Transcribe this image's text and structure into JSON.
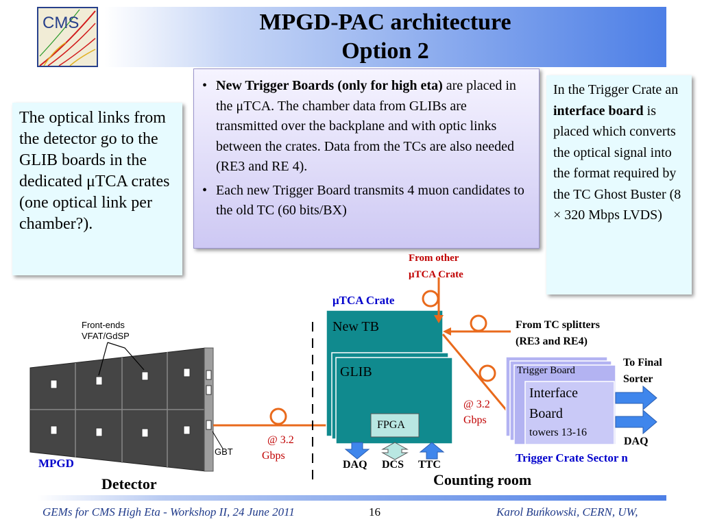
{
  "title": {
    "line1": "MPGD-PAC architecture",
    "line2": "Option 2"
  },
  "logo": {
    "text": "CMS"
  },
  "callout_left": {
    "text": "The optical links from the detector go to the GLIB boards in the dedicated μTCA crates (one optical link per chamber?)."
  },
  "callout_center": {
    "bullets": [
      {
        "bold": "New Trigger Boards (only for high eta)",
        "rest": " are placed in the μTCA. The chamber data from GLIBs are transmitted over the backplane and with optic links between the crates. Data from the TCs are also needed (RE3 and RE 4)."
      },
      {
        "bold": "",
        "rest": "Each new Trigger Board transmits 4 muon candidates to the old TC (60 bits/BX)"
      }
    ]
  },
  "callout_right": {
    "pre": "In the Trigger Crate an ",
    "bold": "interface board",
    "post": " is placed which converts the optical signal into the format required by the TC Ghost Buster (8 × 320 Mbps LVDS)"
  },
  "diagram": {
    "frontends_line1": "Front-ends",
    "frontends_line2": "VFAT/GdSP",
    "gbt": "GBT",
    "mpgd": "MPGD",
    "detector": "Detector",
    "link_rate_left_1": "@ 3.2",
    "link_rate_left_2": "Gbps",
    "utca_crate": "μTCA Crate",
    "from_other_1": "From other",
    "from_other_2": "μTCA Crate",
    "new_tb": "New TB",
    "glib": "GLIB",
    "fpga": "FPGA",
    "daq": "DAQ",
    "dcs": "DCS",
    "ttc": "TTC",
    "counting_room": "Counting room",
    "from_tc_1": "From TC splitters",
    "from_tc_2": "(RE3 and RE4)",
    "link_rate_right_1": "@ 3.2",
    "link_rate_right_2": "Gbps",
    "trigger_board": "Trigger Board",
    "interface_1": "Interface",
    "interface_2": "Board",
    "towers": "towers 13-16",
    "to_final_1": "To Final",
    "to_final_2": "Sorter",
    "daq_right": "DAQ",
    "trigger_crate_sector": "Trigger Crate Sector n"
  },
  "footer": {
    "left": "GEMs for CMS High Eta - Workshop II, 24 June 2011",
    "page": "16",
    "right": "Karol Buńkowski, CERN, UW,"
  },
  "colors": {
    "title_gradient_end": "#4d7fe6",
    "utca_board": "#108a8e",
    "trigger_board": "#b3b3f2",
    "arrow_blue": "#3f86ec",
    "optic_line": "#e96a1c",
    "label_red": "#c00000",
    "label_blue": "#0000cc"
  }
}
